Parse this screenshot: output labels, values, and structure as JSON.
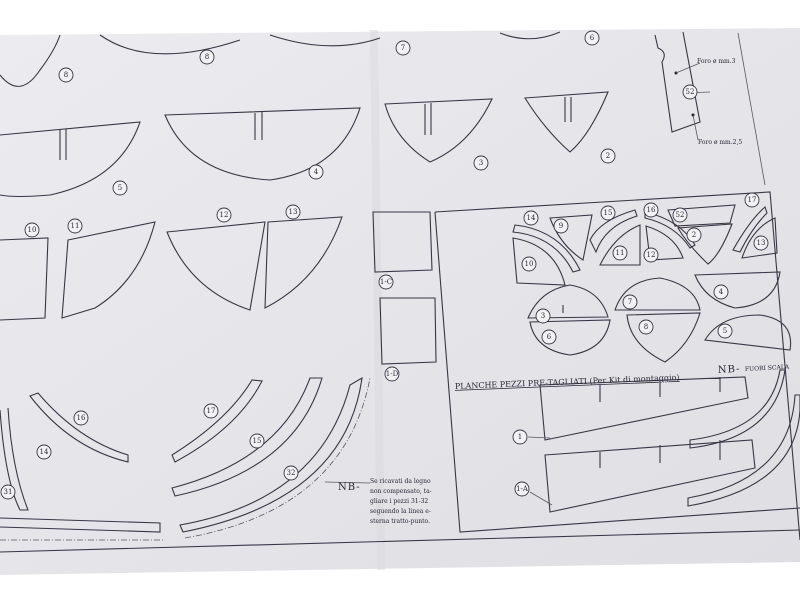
{
  "sheet": {
    "paper_color": "#e9e9ed",
    "ink_color": "#3a3545",
    "panel_title": "PLANCHE PEZZI PRE-TAGLIATI (Per Kit di montaggio)",
    "scale_note_prefix": "NB-",
    "scale_note": "FUORI SCALA",
    "hole_note_1": "Foro ø mm.3",
    "hole_note_2": "Foro ø mm.2,5",
    "nb_prefix": "NB-",
    "nb_lines": [
      "Se ricavati da legno",
      "non compensato, ta-",
      "gliare i pezzi 31-32",
      "seguendo la linea e-",
      "sterna tratto-punto."
    ]
  },
  "left_labels": [
    "8",
    "8",
    "7",
    "6",
    "5",
    "4",
    "3",
    "2",
    "10",
    "11",
    "12",
    "13",
    "1-C",
    "1-D",
    "16",
    "17",
    "15",
    "14",
    "32",
    "31",
    "52"
  ],
  "panel_labels": [
    "14",
    "9",
    "15",
    "16",
    "52",
    "17",
    "2",
    "13",
    "10",
    "11",
    "12",
    "4",
    "7",
    "3",
    "6",
    "8",
    "5",
    "1",
    "1-A"
  ]
}
